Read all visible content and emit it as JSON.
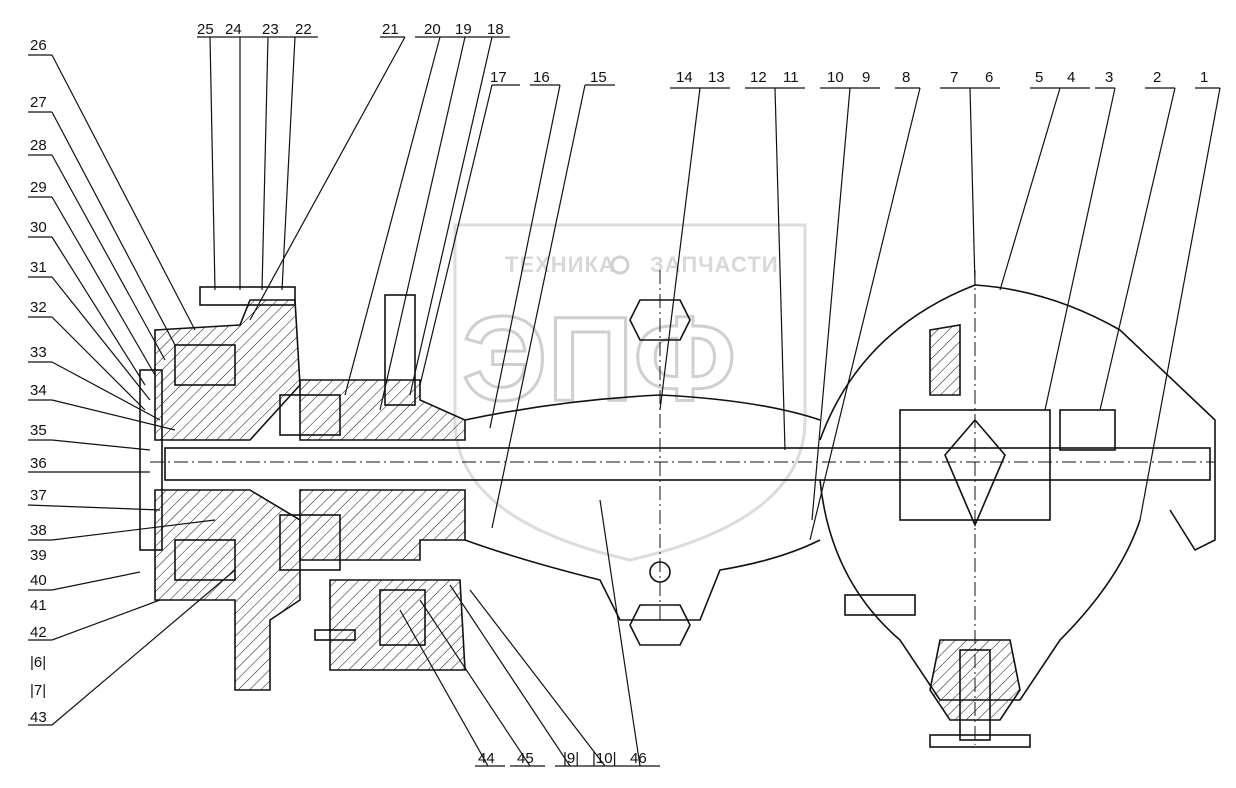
{
  "watermark": {
    "left_text": "ТЕХНИКА",
    "right_text": "ЗАПЧАСТИ",
    "big_text": "ЭПФ"
  },
  "labels": {
    "top": [
      "25",
      "24",
      "23",
      "22",
      "21",
      "20",
      "19",
      "18",
      "17",
      "16",
      "15",
      "14",
      "13",
      "12",
      "11",
      "10",
      "9",
      "8",
      "7",
      "6",
      "5",
      "4",
      "3",
      "2",
      "1"
    ],
    "left": [
      "26",
      "27",
      "28",
      "29",
      "30",
      "31",
      "32",
      "33",
      "34",
      "35",
      "36",
      "37",
      "38",
      "39",
      "40",
      "41",
      "42",
      "|6|",
      "|7|",
      "43"
    ],
    "bottom": [
      "44",
      "45",
      "|9|",
      "|10|",
      "46"
    ]
  }
}
